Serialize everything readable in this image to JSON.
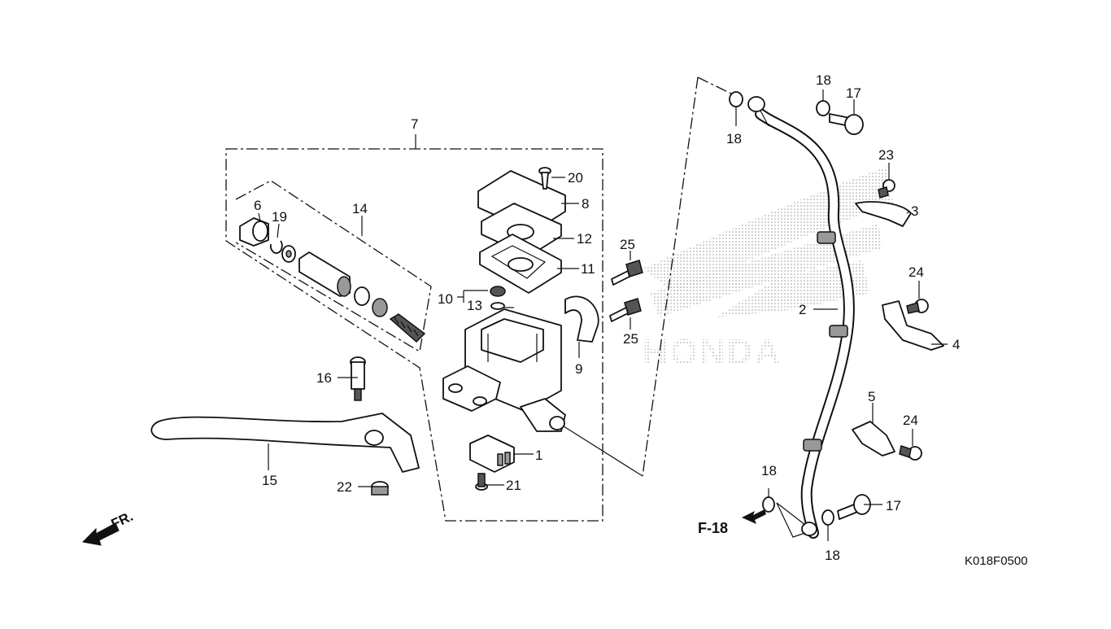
{
  "diagram": {
    "code": "K018F0500",
    "front_marker": "FR.",
    "ref_page": "F-18",
    "brand_watermark": "HONDA",
    "callouts": {
      "c1": "1",
      "c2": "2",
      "c3": "3",
      "c4": "4",
      "c5": "5",
      "c6": "6",
      "c7": "7",
      "c8": "8",
      "c9": "9",
      "c10": "10",
      "c11": "11",
      "c12": "12",
      "c13": "13",
      "c14": "14",
      "c15": "15",
      "c16": "16",
      "c17a": "17",
      "c17b": "17",
      "c18a": "18",
      "c18b": "18",
      "c18c": "18",
      "c18d": "18",
      "c19": "19",
      "c20": "20",
      "c21": "21",
      "c22": "22",
      "c23": "23",
      "c24a": "24",
      "c24b": "24",
      "c25a": "25",
      "c25b": "25"
    }
  },
  "colors": {
    "ink": "#111111",
    "stipple": "#9a9a9a",
    "paper": "#ffffff"
  }
}
